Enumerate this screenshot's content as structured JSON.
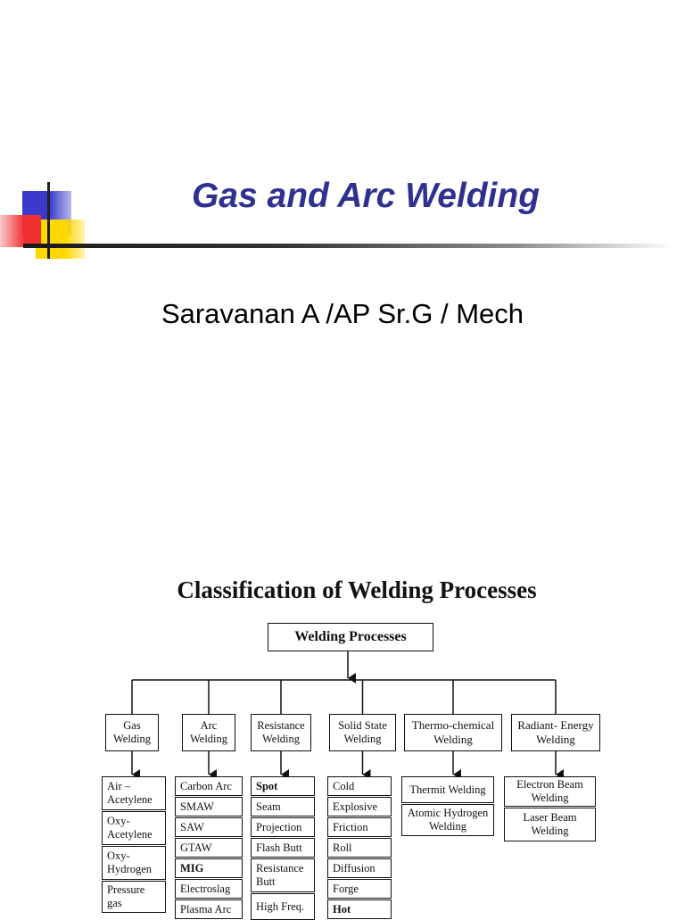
{
  "slide": {
    "title": "Gas and Arc Welding",
    "subtitle": "Saravanan A /AP Sr.G / Mech"
  },
  "diagram": {
    "heading": "Classification of Welding Processes",
    "root": "Welding Processes",
    "categories": [
      {
        "label": "Gas\nWelding",
        "items": [
          "Air –\nAcetylene",
          "Oxy-\nAcetylene",
          "Oxy-\nHydrogen",
          "Pressure\ngas"
        ]
      },
      {
        "label": "Arc\nWelding",
        "items": [
          "Carbon Arc",
          "SMAW",
          "SAW",
          "GTAW",
          "MIG",
          "Electroslag",
          "Plasma Arc"
        ]
      },
      {
        "label": "Resistance\nWelding",
        "items": [
          "Spot",
          "Seam",
          "Projection",
          "Flash Butt",
          "Resistance\nButt",
          "High Freq."
        ]
      },
      {
        "label": "Solid State\nWelding",
        "items": [
          "Cold",
          "Explosive",
          "Friction",
          "Roll",
          "Diffusion",
          "Forge",
          "Hot"
        ]
      },
      {
        "label": "Thermo-chemical\nWelding",
        "items": [
          "Thermit Welding",
          "Atomic Hydrogen\nWelding"
        ]
      },
      {
        "label": "Radiant- Energy\nWelding",
        "items": [
          "Electron Beam\nWelding",
          "Laser Beam\nWelding"
        ]
      }
    ]
  }
}
